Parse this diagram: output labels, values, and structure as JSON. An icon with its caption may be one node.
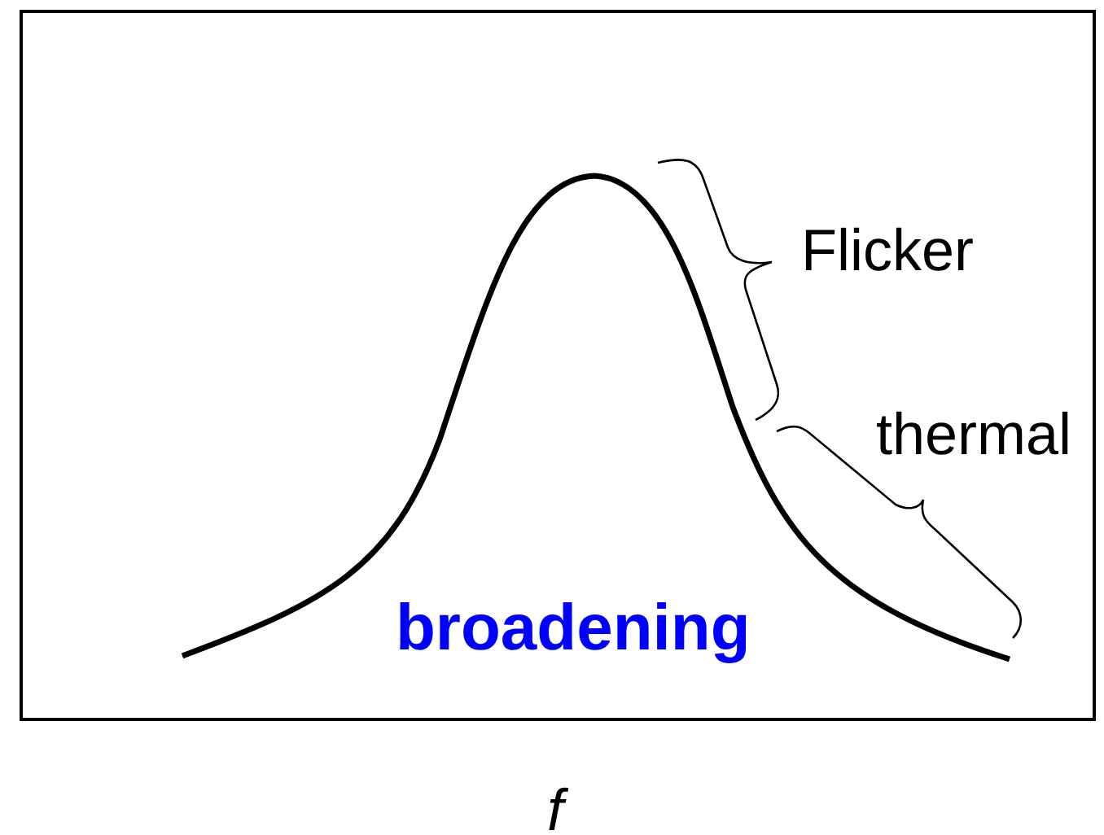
{
  "diagram": {
    "labels": [
      "Flicker",
      "thermal",
      "broadening",
      "f"
    ]
  }
}
